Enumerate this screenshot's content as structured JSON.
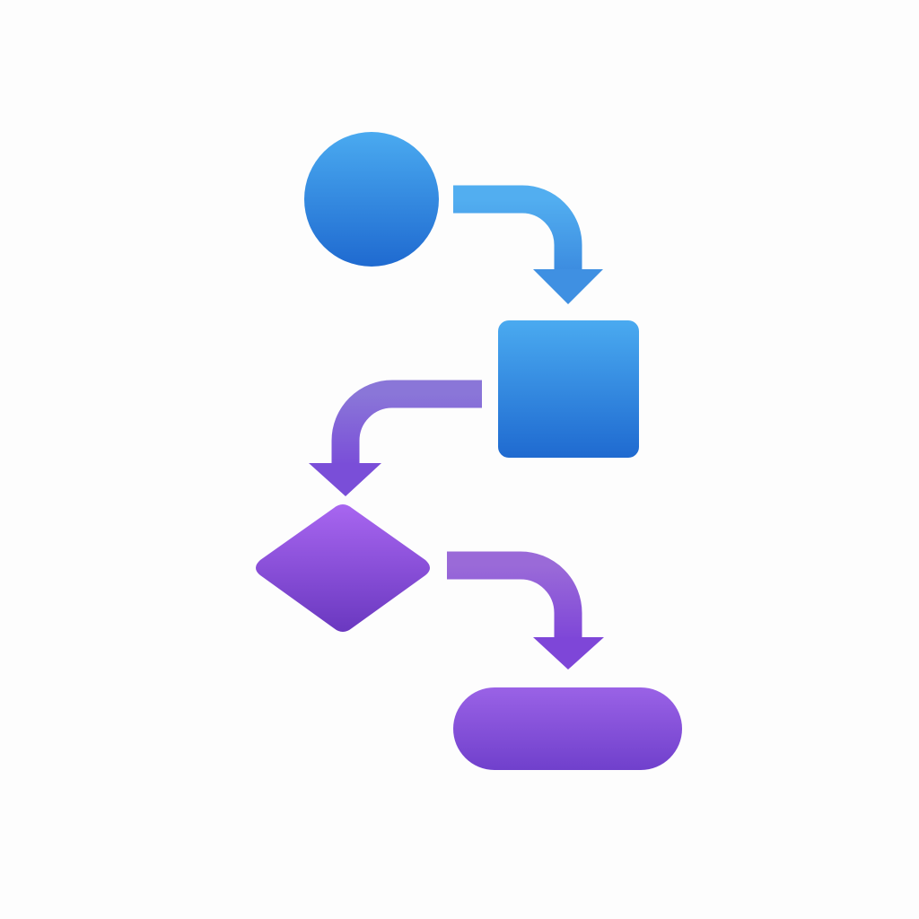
{
  "background": "#fdfdfd",
  "colors": {
    "blue_light": "#4aaaf0",
    "blue_dark": "#1f6ad0",
    "purple_light": "#a866f0",
    "purple_dark": "#6a38c0",
    "connector_blue_light": "#52aef0",
    "connector_blue_dark": "#3c8ce0",
    "connector_purple_light": "#8a76d8",
    "connector_purple_dark": "#7a4ed8"
  },
  "shapes": [
    {
      "name": "start-node",
      "kind": "circle",
      "fill": "grad-blue"
    },
    {
      "name": "process-node",
      "kind": "rounded-square",
      "fill": "grad-blue"
    },
    {
      "name": "decision-node",
      "kind": "diamond",
      "fill": "grad-purple"
    },
    {
      "name": "terminator-node",
      "kind": "pill",
      "fill": "grad-purple"
    }
  ],
  "connectors": [
    {
      "name": "connector-start-to-process",
      "from": "start-node",
      "to": "process-node",
      "direction": "right-then-down"
    },
    {
      "name": "connector-process-to-decision",
      "from": "process-node",
      "to": "decision-node",
      "direction": "left-then-down"
    },
    {
      "name": "connector-decision-to-terminator",
      "from": "decision-node",
      "to": "terminator-node",
      "direction": "right-then-down"
    }
  ]
}
